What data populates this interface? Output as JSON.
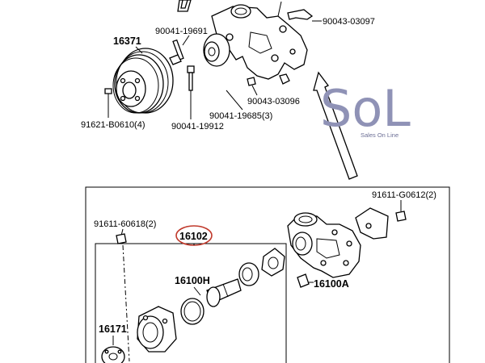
{
  "parts": {
    "p16371": "16371",
    "p90041_19691": "90041-19691",
    "p90043_03097": "90043-03097",
    "p90043_03096": "90043-03096",
    "p90041_19685": "90041-19685(3)",
    "p91621_B0610": "91621-B0610(4)",
    "p90041_19912": "90041-19912",
    "p91611_G0612": "91611-G0612(2)",
    "p91611_60618": "91611-60618(2)",
    "p16102": "16102",
    "p16100H": "16100H",
    "p16100A": "16100A",
    "p16171": "16171"
  },
  "logo": {
    "main": "SoL",
    "sub": "Sales On Line",
    "color": "#8f92b6"
  },
  "highlight_color": "#c0392b"
}
